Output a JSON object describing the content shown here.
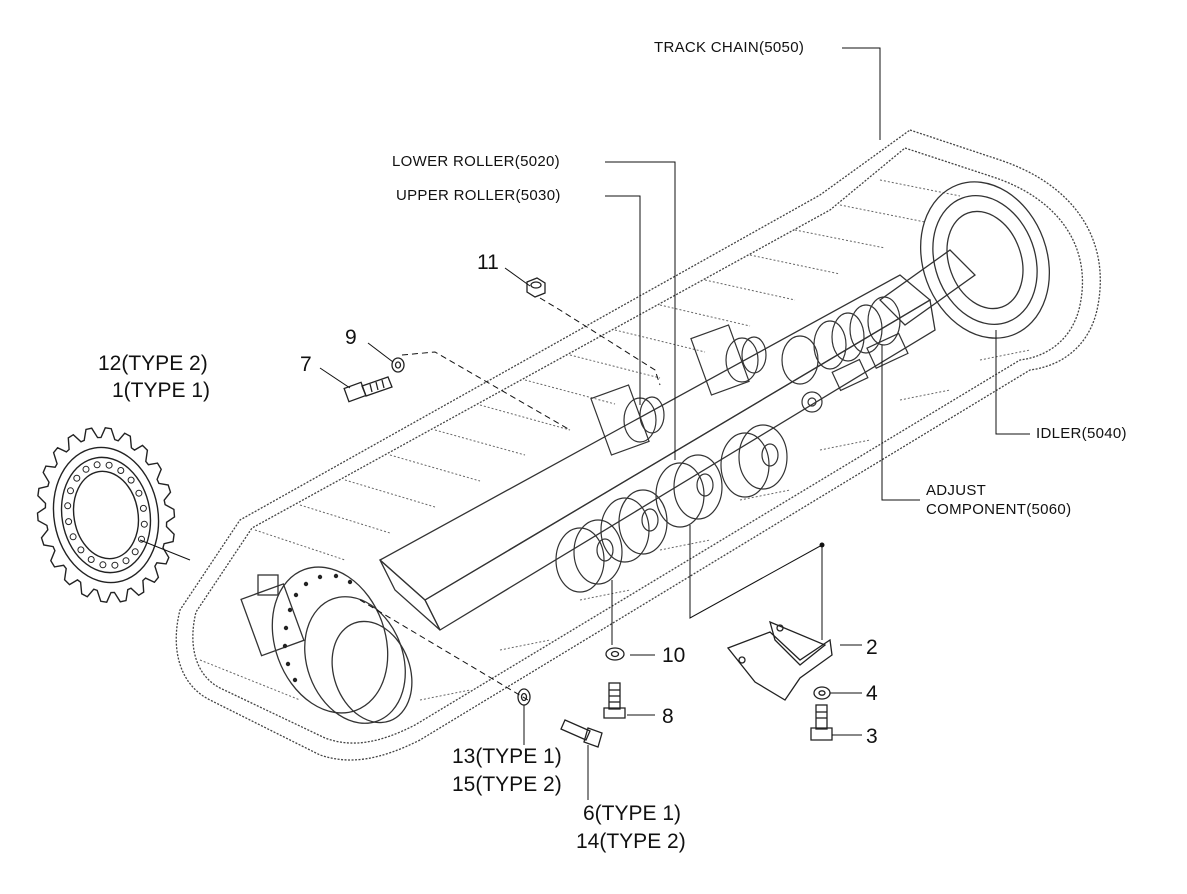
{
  "labels": {
    "track_chain": "TRACK CHAIN(5050)",
    "lower_roller": "LOWER ROLLER(5020)",
    "upper_roller": "UPPER ROLLER(5030)",
    "idler": "IDLER(5040)",
    "adjust_1": "ADJUST",
    "adjust_2": "COMPONENT(5060)",
    "n11": "11",
    "n9": "9",
    "n7": "7",
    "n12": "12(TYPE 2)",
    "n1": "1(TYPE 1)",
    "n10": "10",
    "n2": "2",
    "n4": "4",
    "n3": "3",
    "n8": "8",
    "n13": "13(TYPE 1)",
    "n15": "15(TYPE 2)",
    "n6": "6(TYPE 1)",
    "n14": "14(TYPE 2)"
  }
}
